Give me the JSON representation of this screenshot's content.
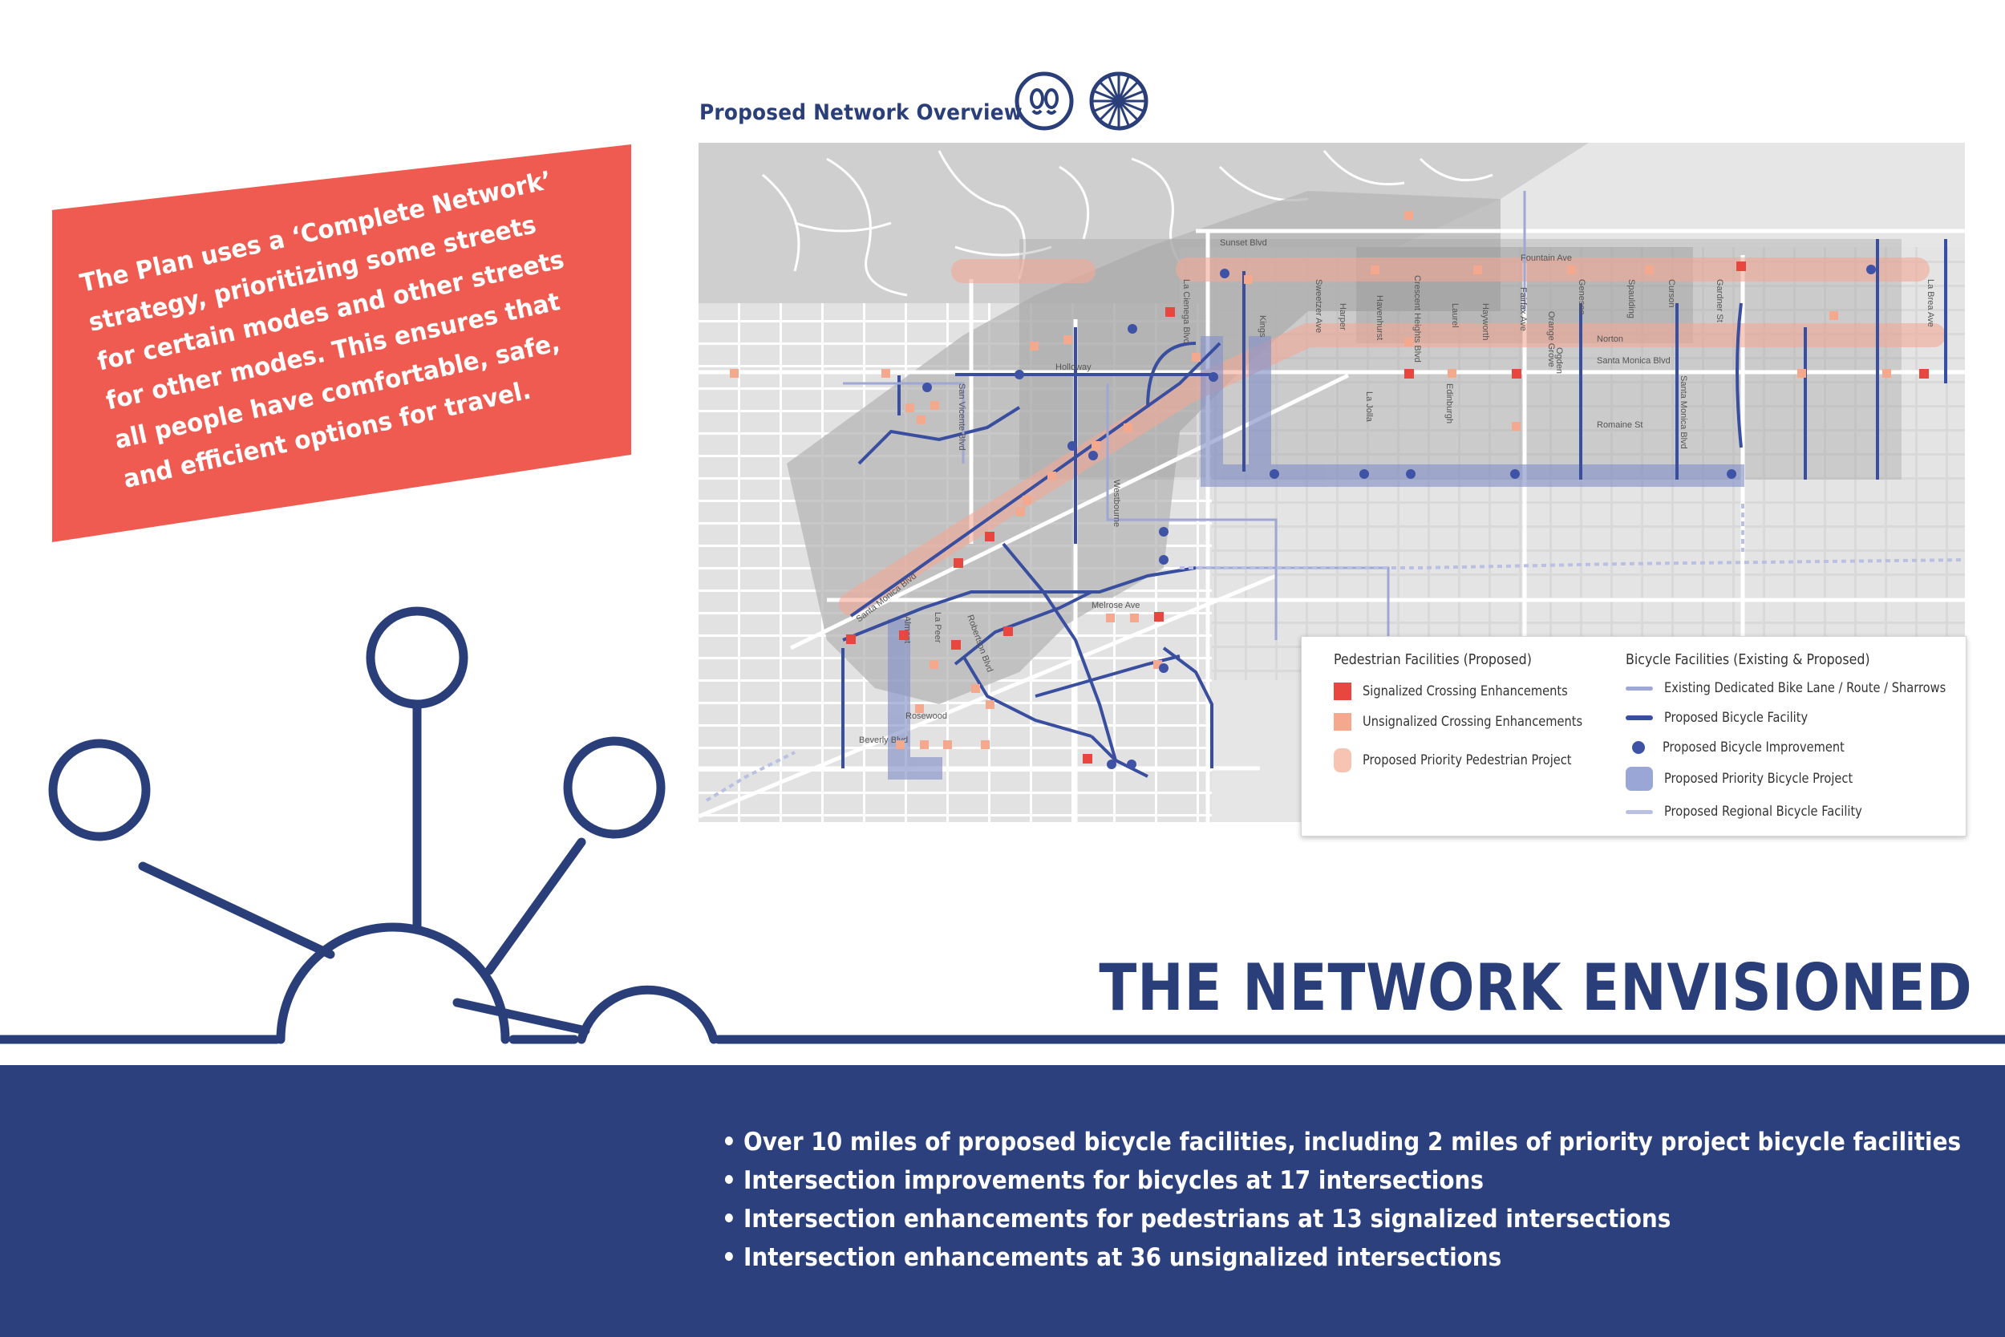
{
  "map_title": "Proposed Network Overview",
  "icons": {
    "pedestrian": "footprints-icon",
    "bicycle": "bicycle-wheel-icon"
  },
  "callout": {
    "lines": [
      "The Plan uses a ‘Complete  Network’",
      "strategy, prioritizing some streets",
      "for certain modes and other streets",
      "for other modes. This ensures that",
      "all people have comfortable, safe,",
      "and efficient options for travel."
    ]
  },
  "street_labels": {
    "sunset": "Sunset Blvd",
    "fountain": "Fountain Ave",
    "santa_monica_e": "Santa Monica Blvd",
    "santa_monica_w": "Santa Monica Blvd",
    "holloway": "Holloway",
    "romaine": "Romaine St",
    "melrose": "Melrose Ave",
    "beverly": "Beverly Blvd",
    "la_cienega": "La Cienega Blvd",
    "san_vicente": "San Vicente Blvd",
    "sweetzer": "Sweetzer Ave",
    "crescent_heights": "Crescent Heights Blvd",
    "fairfax": "Fairfax Ave",
    "gardner": "Gardner St",
    "la_brea": "La Brea Ave",
    "kings": "Kings",
    "norton": "Norton",
    "rosewood": "Rosewood",
    "robertson": "Robertson Blvd",
    "la_peer": "La Peer",
    "almont": "Almont",
    "westbourne": "Westbourne",
    "orange_grove": "Orange Grove",
    "hayworth": "Hayworth",
    "laurel": "Laurel",
    "harper": "Harper",
    "havenhurst": "Havenhurst",
    "edinburgh": "Edinburgh",
    "la_jolla": "La Jolla",
    "genesee": "Genesee",
    "spaulding": "Spaulding",
    "curson": "Curson",
    "ogden": "Ogden",
    "santa_monica_blvd_label": "Santa Monica Blvd"
  },
  "legend": {
    "ped_heading": "Pedestrian Facilities (Proposed)",
    "bike_heading": "Bicycle Facilities (Existing & Proposed)",
    "ped_items": [
      {
        "label": "Signalized Crossing Enhancements",
        "color": "#e8473f"
      },
      {
        "label": "Unsignalized Crossing Enhancements",
        "color": "#f4a98f"
      },
      {
        "label": "Proposed Priority Pedestrian Project",
        "color": "#f7c4b3"
      }
    ],
    "bike_items": [
      {
        "label": "Existing Dedicated Bike Lane / Route / Sharrows",
        "color": "#9fa8d4"
      },
      {
        "label": "Proposed Bicycle Facility",
        "color": "#3a4ea0"
      },
      {
        "label": "Proposed Bicycle Improvement",
        "color": "#3e52a6"
      },
      {
        "label": "Proposed Priority Bicycle Project",
        "color": "#9aa6d6"
      },
      {
        "label": "Proposed Regional Bicycle Facility",
        "color": "#b9c0e2"
      }
    ]
  },
  "heading": "THE NETWORK ENVISIONED",
  "stats": [
    "Over 10 miles of proposed bicycle facilities, including 2 miles of priority project bicycle facilities",
    "Intersection improvements for bicycles at 17 intersections",
    "Intersection enhancements for pedestrians at 13 signalized intersections",
    "Intersection enhancements at 36 unsignalized intersections"
  ],
  "colors": {
    "navy": "#2a3f7a",
    "footer_navy": "#2b407c",
    "callout_red": "#ef5b50",
    "signalized": "#e8473f",
    "unsignalized": "#f4a98f",
    "priority_ped": "#f7c4b3",
    "bike_proposed": "#3a4ea0",
    "bike_priority": "#9aa6d6"
  }
}
